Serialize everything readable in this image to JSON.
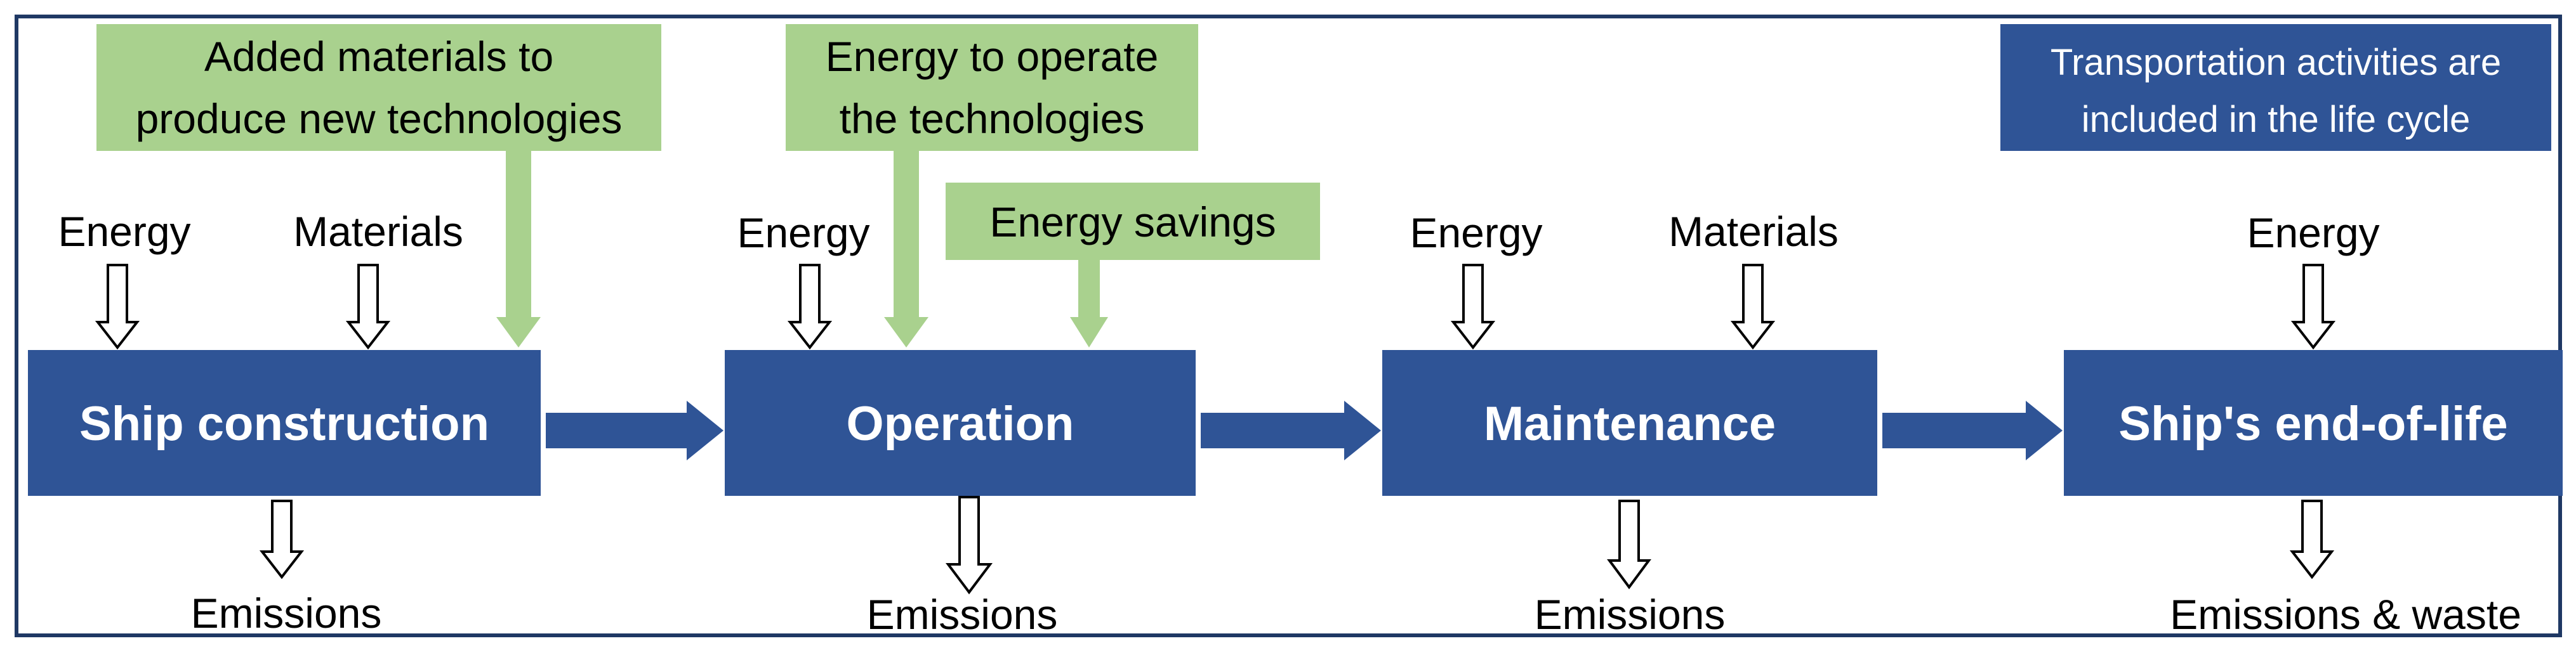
{
  "colors": {
    "stage_fill": "#2F5496",
    "flow_arrow": "#2F5496",
    "added_box_fill": "#A9D18E",
    "added_arrow": "#A9D18E",
    "border": "#1F3864",
    "io_arrow_stroke": "#000000"
  },
  "stages": [
    {
      "label": "Ship construction",
      "inputs": [
        "Energy",
        "Materials"
      ],
      "output": "Emissions"
    },
    {
      "label": "Operation",
      "inputs": [
        "Energy"
      ],
      "output": "Emissions"
    },
    {
      "label": "Maintenance",
      "inputs": [
        "Energy",
        "Materials"
      ],
      "output": "Emissions"
    },
    {
      "label": "Ship's end-of-life",
      "inputs": [
        "Energy"
      ],
      "output": "Emissions & waste"
    }
  ],
  "added_flows": [
    {
      "lines": [
        "Added materials to",
        "produce new technologies"
      ],
      "target": "Ship construction"
    },
    {
      "lines": [
        "Energy to operate",
        "the technologies"
      ],
      "target": "Operation"
    },
    {
      "lines": [
        "Energy savings"
      ],
      "target": "Operation"
    }
  ],
  "note": {
    "lines": [
      "Transportation activities are",
      "included in the life cycle"
    ]
  }
}
